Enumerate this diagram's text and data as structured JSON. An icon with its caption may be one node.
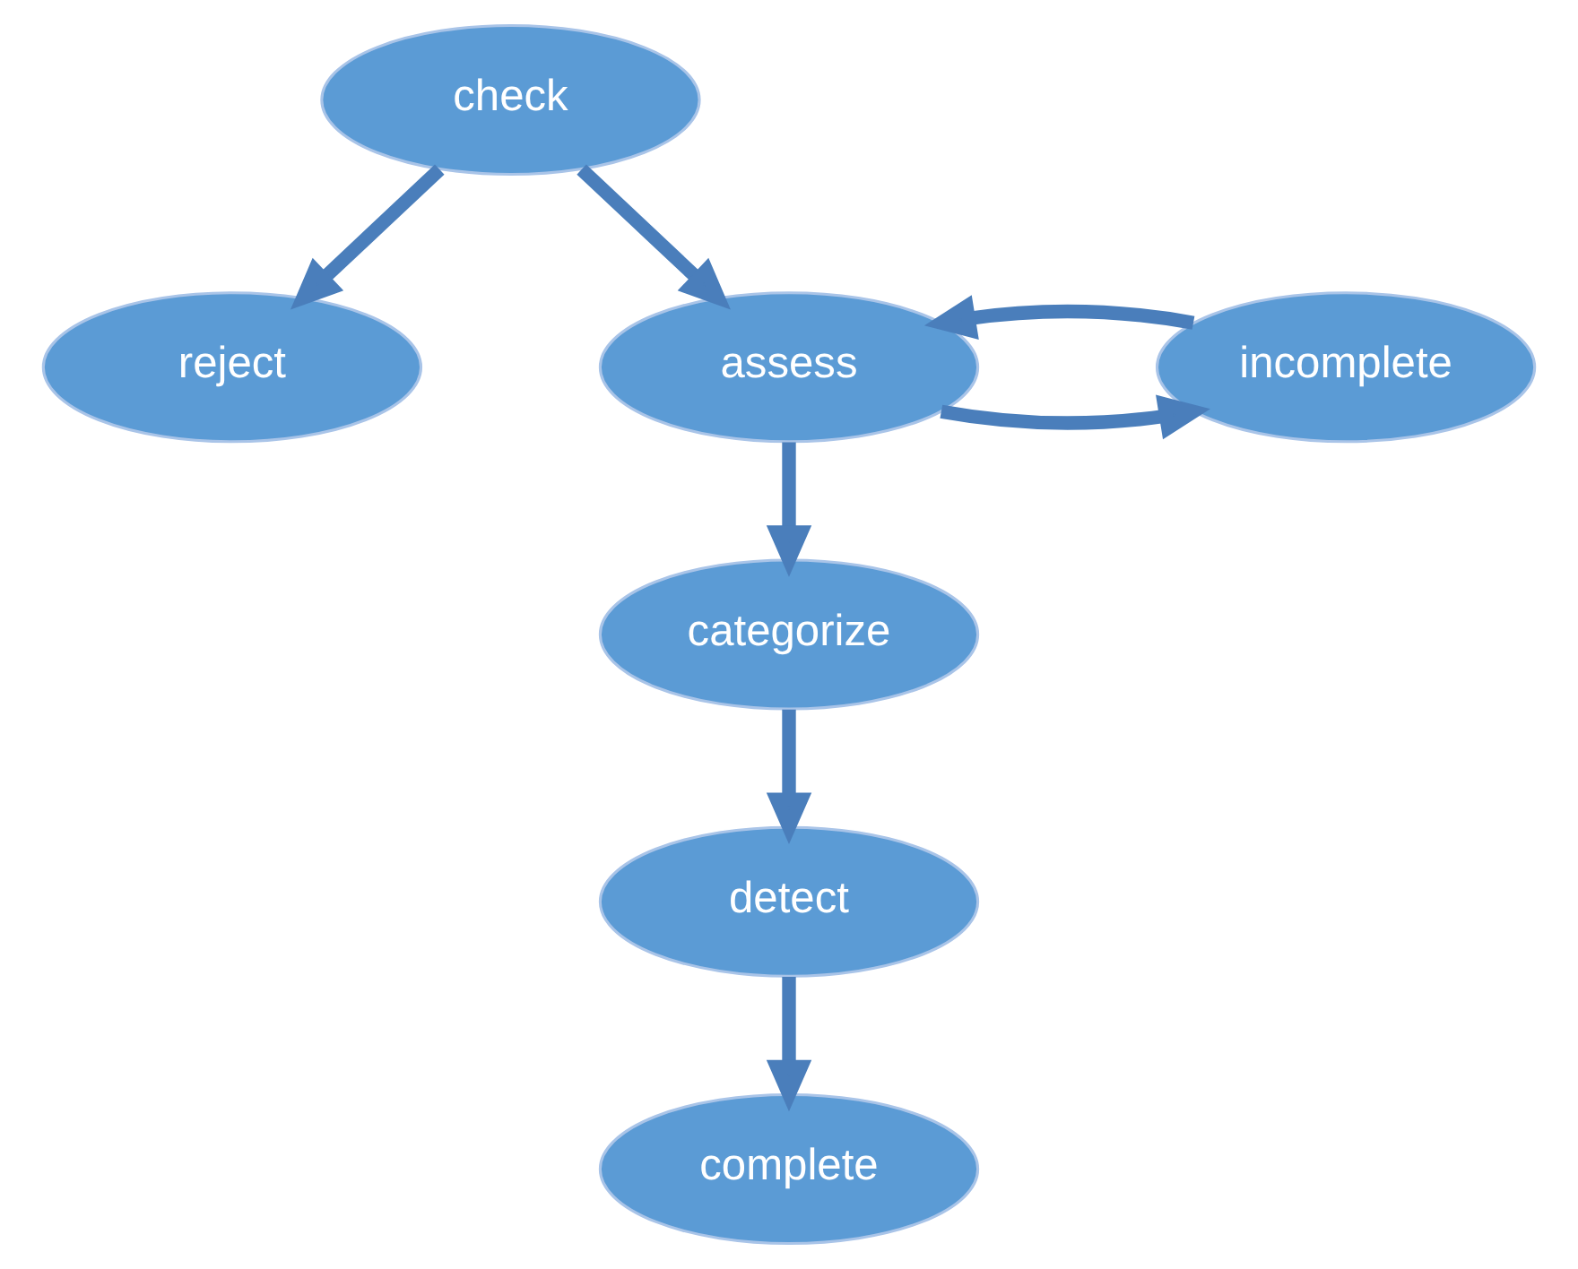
{
  "diagram": {
    "nodes": [
      {
        "text": [
          "check"
        ]
      },
      {
        "text": [
          "reject"
        ]
      },
      {
        "text": [
          "assess"
        ]
      },
      {
        "text": [
          "incomplete"
        ]
      },
      {
        "text": [
          "categorize"
        ]
      },
      {
        "text": [
          "detect"
        ]
      },
      {
        "text": [
          "complete"
        ]
      }
    ],
    "edges": [
      {
        "from": 0,
        "to": 1,
        "arrow": "to"
      },
      {
        "from": 0,
        "to": 2,
        "arrow": "to"
      },
      {
        "from": 2,
        "to": 3,
        "arrow": "to"
      },
      {
        "from": 3,
        "to": 2,
        "arrow": "to"
      },
      {
        "from": 2,
        "to": 4,
        "arrow": "to"
      },
      {
        "from": 4,
        "to": 5,
        "arrow": "to"
      },
      {
        "from": 5,
        "to": 6,
        "arrow": "to"
      }
    ]
  }
}
